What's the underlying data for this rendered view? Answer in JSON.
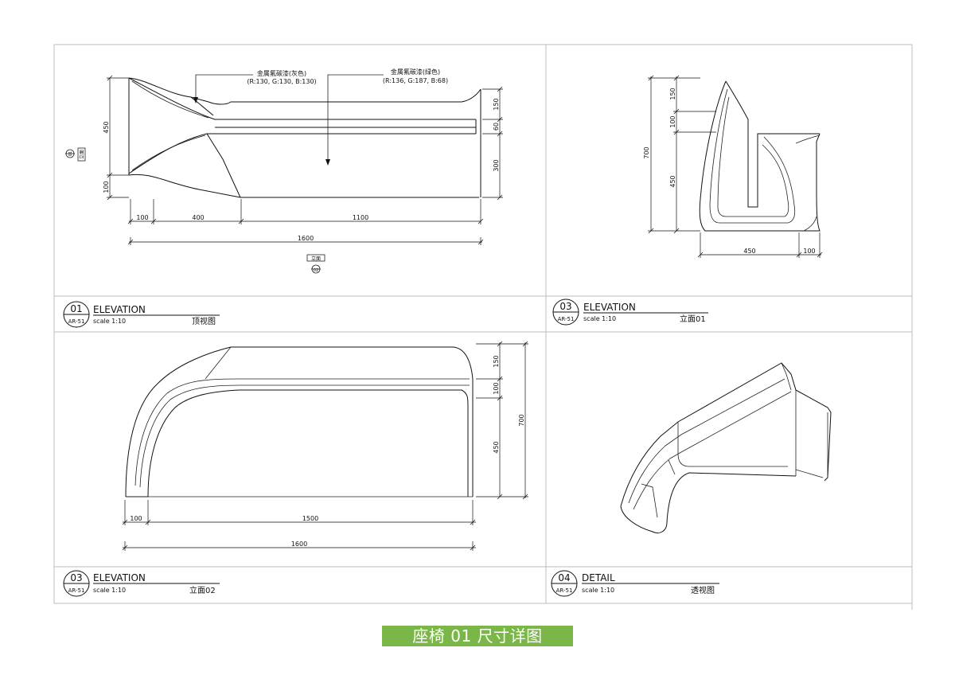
{
  "panels": [
    {
      "number": "01",
      "ref": "AR-51",
      "kind": "ELEVATION",
      "scale": "scale 1:10",
      "view": "顶视图"
    },
    {
      "number": "03",
      "ref": "AR-51",
      "kind": "ELEVATION",
      "scale": "scale 1:10",
      "view": "立面01"
    },
    {
      "number": "03",
      "ref": "AR-51",
      "kind": "ELEVATION",
      "scale": "scale 1:10",
      "view": "立面02"
    },
    {
      "number": "04",
      "ref": "AR-51",
      "kind": "DETAIL",
      "scale": "scale 1:10",
      "view": "透视图"
    }
  ],
  "callouts": {
    "grey_name": "金属氟碳漆(灰色)",
    "grey_rgb": "(R:130, G:130, B:130)",
    "green_name": "金属氟碳漆(绿色)",
    "green_rgb": "(R:136, G:187, B:68)"
  },
  "view_markers": {
    "left_label": "立面",
    "left_number": "01",
    "bottom_label": "立面",
    "bottom_number": "02"
  },
  "dimensions": {
    "plan": {
      "d100a": "100",
      "d400": "400",
      "d1100": "1100",
      "d1600": "1600",
      "v450": "450",
      "v100": "100",
      "v150": "150",
      "v60": "60",
      "v300": "300"
    },
    "side": {
      "v150": "150",
      "v100": "100",
      "v450": "450",
      "v700": "700",
      "h450": "450",
      "h100": "100"
    },
    "front": {
      "v150": "150",
      "v100": "100",
      "v450": "450",
      "v700": "700",
      "h100": "100",
      "h1500": "1500",
      "h1600": "1600"
    }
  },
  "sheet_title": "座椅 01 尺寸详图",
  "colors": {
    "title_bar": "#7ab648"
  }
}
